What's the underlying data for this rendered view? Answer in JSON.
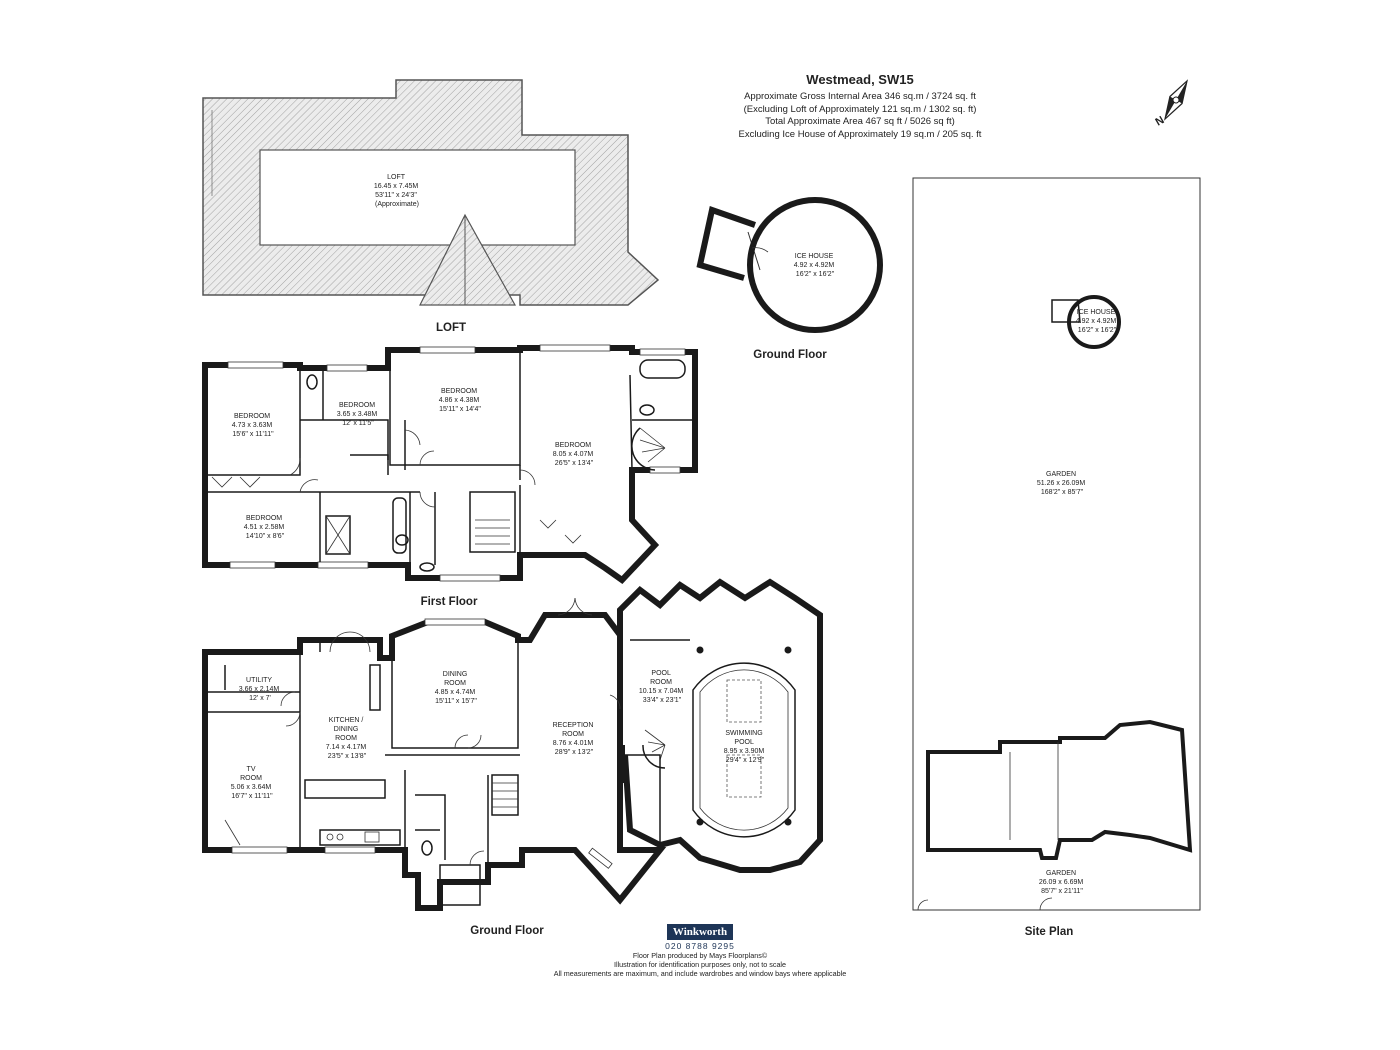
{
  "header": {
    "title": "Westmead, SW15",
    "lines": [
      "Approximate Gross Internal Area 346 sq.m  /  3724 sq. ft",
      "(Excluding Loft of Approximately 121 sq.m / 1302 sq. ft)",
      "Total Approximate Area 467 sq ft / 5026 sq ft)",
      "Excluding Ice House of Approximately 19 sq.m  /  205 sq. ft"
    ]
  },
  "compass": {
    "label": "N"
  },
  "captions": {
    "loft": "LOFT",
    "ice_house_floor": "Ground Floor",
    "first_floor": "First Floor",
    "ground_floor": "Ground Floor",
    "site_plan": "Site Plan"
  },
  "rooms": {
    "loft": [
      "LOFT",
      "16.45 x 7.45M",
      "53'11\" x 24'3\"",
      "(Approximate)"
    ],
    "ice_house": [
      "ICE HOUSE",
      "4.92 x 4.92M",
      "16'2\" x 16'2\""
    ],
    "ff_bedroom_1": [
      "BEDROOM",
      "4.73 x 3.63M",
      "15'6\" x 11'11\""
    ],
    "ff_bedroom_2": [
      "BEDROOM",
      "3.65 x 3.48M",
      "12' x 11'5\""
    ],
    "ff_bedroom_3": [
      "BEDROOM",
      "4.86 x 4.38M",
      "15'11\" x 14'4\""
    ],
    "ff_bedroom_4": [
      "BEDROOM",
      "8.05 x 4.07M",
      "26'5\" x 13'4\""
    ],
    "ff_bedroom_5": [
      "BEDROOM",
      "4.51 x 2.58M",
      "14'10\" x 8'6\""
    ],
    "utility": [
      "UTILITY",
      "3.66 x 2.14M",
      "12' x 7'"
    ],
    "kitchen": [
      "KITCHEN /",
      "DINING",
      "ROOM",
      "7.14 x 4.17M",
      "23'5\" x 13'8\""
    ],
    "dining": [
      "DINING",
      "ROOM",
      "4.85 x 4.74M",
      "15'11\" x 15'7\""
    ],
    "reception": [
      "RECEPTION",
      "ROOM",
      "8.76 x 4.01M",
      "28'9\" x 13'2\""
    ],
    "pool_room": [
      "POOL",
      "ROOM",
      "10.15 x 7.04M",
      "33'4\" x 23'1\""
    ],
    "swimming_pool": [
      "SWIMMING",
      "POOL",
      "8.95 x 3.90M",
      "29'4\" x 12'9\""
    ],
    "tv_room": [
      "TV",
      "ROOM",
      "5.06 x 3.64M",
      "16'7\" x 11'11\""
    ],
    "site_ice_house": [
      "ICE HOUSE",
      "4.92 x 4.92M",
      "16'2\" x 16'2\""
    ],
    "site_garden_1": [
      "GARDEN",
      "51.26 x 26.09M",
      "168'2\" x 85'7\""
    ],
    "site_garden_2": [
      "GARDEN",
      "26.09 x 6.69M",
      "85'7\" x 21'11\""
    ]
  },
  "footer": {
    "logo": "Winkworth",
    "phone": "020 8788 9295",
    "lines": [
      "Floor Plan produced by Mays Floorplans©",
      "Illustration for identification purposes only, not to scale",
      "All measurements are maximum, and include wardrobes and window bays where applicable"
    ]
  }
}
